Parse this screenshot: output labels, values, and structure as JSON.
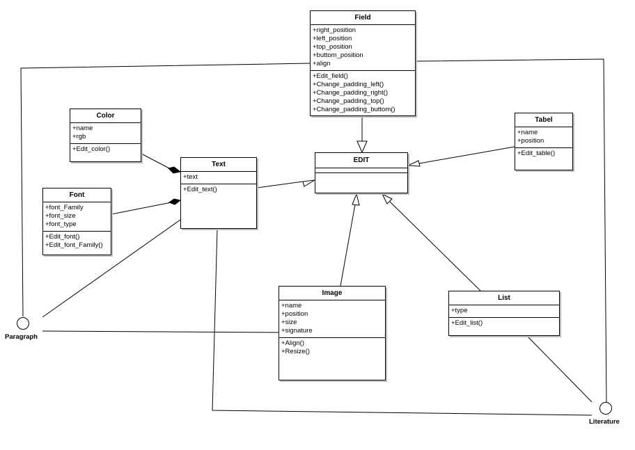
{
  "classes": {
    "field": {
      "name": "Field",
      "attributes": [
        "+right_position",
        "+left_position",
        "+top_position",
        "+buttom_position",
        "+align"
      ],
      "methods": [
        "+Edit_field()",
        "+Change_padding_left()",
        "+Change_padding_right()",
        "+Change_padding_top()",
        "+Change_padding_buttom()"
      ]
    },
    "color": {
      "name": "Color",
      "attributes": [
        "+name",
        "+rgb"
      ],
      "methods": [
        "+Edit_color()"
      ]
    },
    "text": {
      "name": "Text",
      "attributes": [
        "+text"
      ],
      "methods": [
        "+Edit_text()"
      ]
    },
    "font": {
      "name": "Font",
      "attributes": [
        "+font_Family",
        "+font_size",
        "+font_type"
      ],
      "methods": [
        "+Edit_font()",
        "+Edit_font_Family()"
      ]
    },
    "edit": {
      "name": "EDIT",
      "attributes": [],
      "methods": []
    },
    "tabel": {
      "name": "Tabel",
      "attributes": [
        "+name",
        "+position"
      ],
      "methods": [
        "+Edit_table()"
      ]
    },
    "image": {
      "name": "Image",
      "attributes": [
        "+name",
        "+position",
        "+size",
        "+signature"
      ],
      "methods": [
        "+Align()",
        "+Resize()"
      ]
    },
    "list": {
      "name": "List",
      "attributes": [
        "+type"
      ],
      "methods": [
        "+Edit_list()"
      ]
    }
  },
  "actors": {
    "paragraph": {
      "label": "Paragraph"
    },
    "literature": {
      "label": "Literature"
    }
  },
  "relationships": [
    {
      "from": "field",
      "to": "edit",
      "type": "generalization"
    },
    {
      "from": "text",
      "to": "edit",
      "type": "generalization"
    },
    {
      "from": "tabel",
      "to": "edit",
      "type": "generalization"
    },
    {
      "from": "image",
      "to": "edit",
      "type": "generalization"
    },
    {
      "from": "list",
      "to": "edit",
      "type": "generalization"
    },
    {
      "from": "color",
      "to": "text",
      "type": "composition"
    },
    {
      "from": "font",
      "to": "text",
      "type": "composition"
    },
    {
      "from": "paragraph",
      "to": "text",
      "type": "association"
    },
    {
      "from": "paragraph",
      "to": "image",
      "type": "association"
    },
    {
      "from": "paragraph",
      "to": "field",
      "type": "association"
    },
    {
      "from": "literature",
      "to": "field",
      "type": "association"
    },
    {
      "from": "literature",
      "to": "text",
      "type": "association"
    },
    {
      "from": "literature",
      "to": "list",
      "type": "association"
    }
  ]
}
